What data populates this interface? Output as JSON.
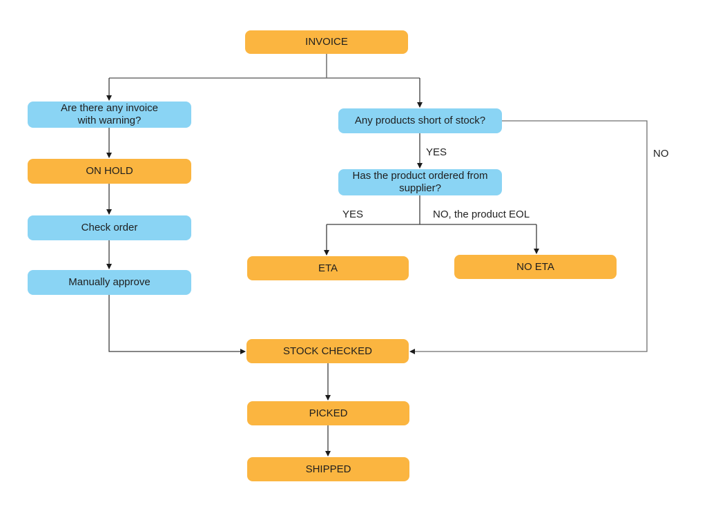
{
  "diagram": {
    "background": "#ffffff",
    "colors": {
      "state_fill": "#FBB540",
      "question_fill": "#8AD4F4",
      "connector": "#4d4d4d",
      "text": "#1e1e1e"
    },
    "nodes": {
      "invoice": {
        "label": "INVOICE",
        "type": "state"
      },
      "warning_question": {
        "label": "Are there any invoice\nwith warning?",
        "type": "question"
      },
      "on_hold": {
        "label": "ON HOLD",
        "type": "state"
      },
      "check_order": {
        "label": "Check order",
        "type": "question"
      },
      "manually_approve": {
        "label": "Manually approve",
        "type": "question"
      },
      "short_of_stock_question": {
        "label": "Any products short of stock?",
        "type": "question"
      },
      "supplier_question": {
        "label": "Has the product ordered from\nsupplier?",
        "type": "question"
      },
      "eta": {
        "label": "ETA",
        "type": "state"
      },
      "no_eta": {
        "label": "NO ETA",
        "type": "state"
      },
      "stock_checked": {
        "label": "STOCK CHECKED",
        "type": "state"
      },
      "picked": {
        "label": "PICKED",
        "type": "state"
      },
      "shipped": {
        "label": "SHIPPED",
        "type": "state"
      }
    },
    "edge_labels": {
      "stock_yes": "YES",
      "stock_no": "NO",
      "supplier_yes": "YES",
      "supplier_no": "NO, the product EOL"
    }
  }
}
